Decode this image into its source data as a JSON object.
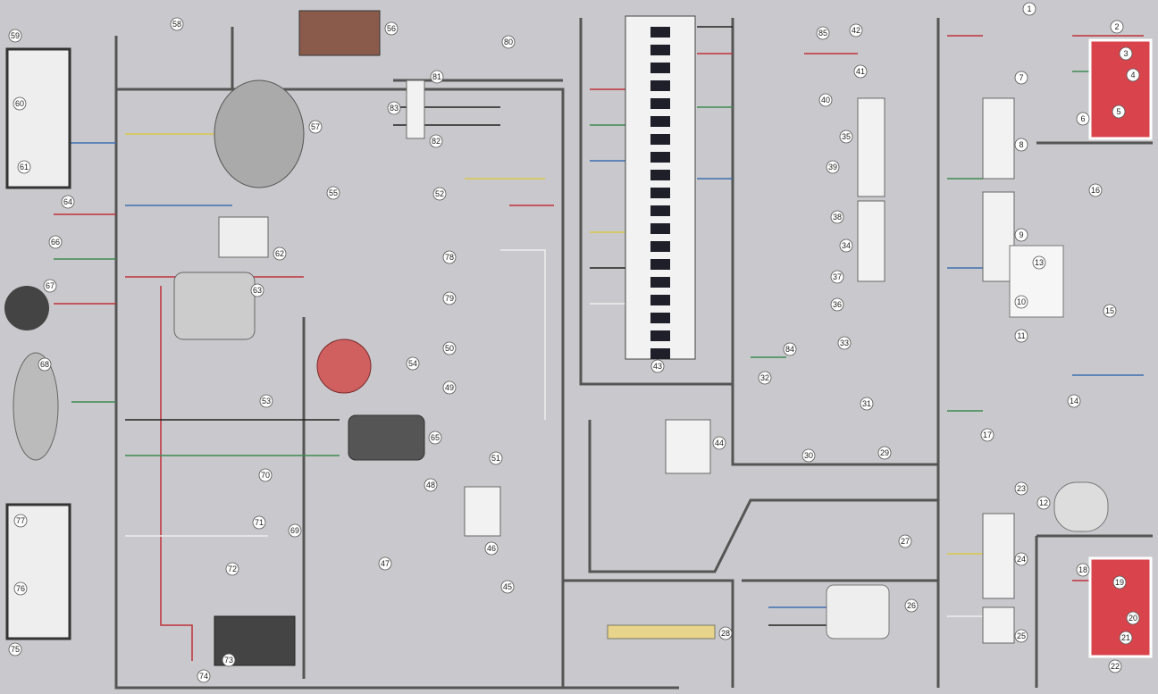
{
  "diagram": {
    "callouts": [
      "1",
      "2",
      "3",
      "4",
      "5",
      "6",
      "7",
      "8",
      "9",
      "10",
      "11",
      "12",
      "13",
      "14",
      "15",
      "16",
      "17",
      "18",
      "19",
      "20",
      "21",
      "22",
      "23",
      "24",
      "25",
      "26",
      "27",
      "28",
      "29",
      "30",
      "31",
      "32",
      "33",
      "34",
      "35",
      "36",
      "37",
      "38",
      "39",
      "40",
      "41",
      "42",
      "43",
      "44",
      "45",
      "46",
      "47",
      "48",
      "49",
      "50",
      "51",
      "52",
      "53",
      "54",
      "55",
      "56",
      "57",
      "58",
      "59",
      "60",
      "61",
      "62",
      "63",
      "64",
      "65",
      "66",
      "67",
      "68",
      "69",
      "70",
      "71",
      "72",
      "73",
      "74",
      "75",
      "76",
      "77",
      "78",
      "79",
      "80",
      "81",
      "82",
      "83",
      "84",
      "85"
    ],
    "colors": {
      "background": "#c9c9cd",
      "harness": "#555555",
      "red": "#c0303a",
      "green": "#3f8a52",
      "blue": "#3d6fb0",
      "yellow": "#d8c84a",
      "connector": "#e8d48a",
      "lamp_panel": "#d9444c"
    }
  }
}
